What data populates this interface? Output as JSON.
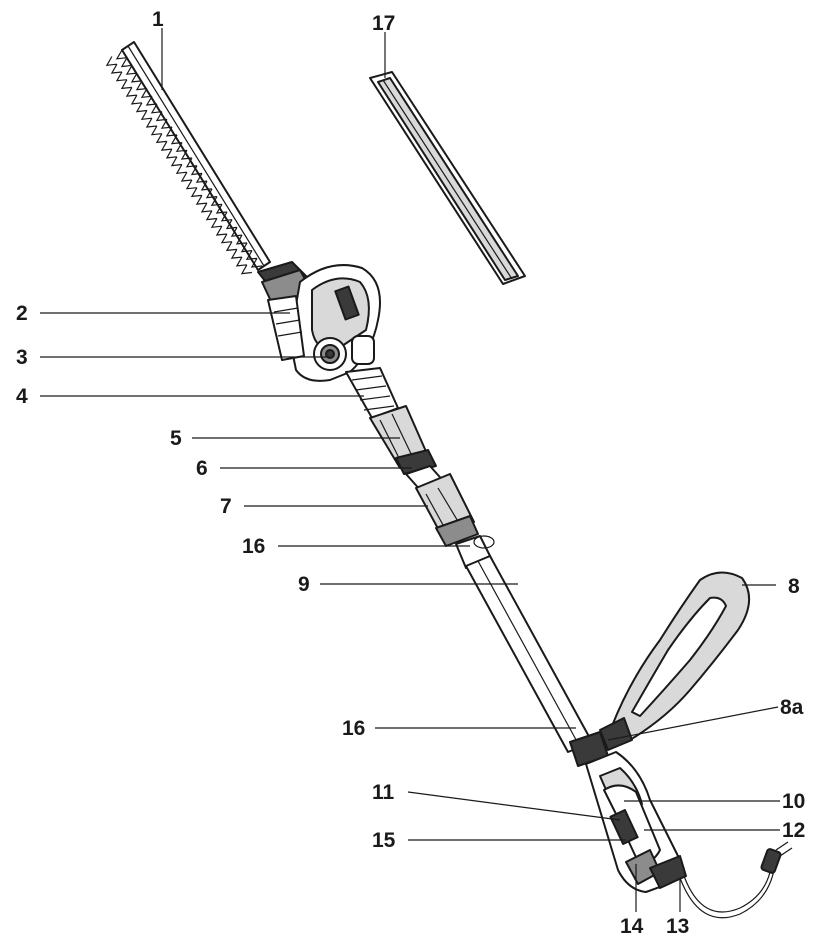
{
  "diagram": {
    "parts": [
      {
        "id": "1",
        "label": "1"
      },
      {
        "id": "2",
        "label": "2"
      },
      {
        "id": "3",
        "label": "3"
      },
      {
        "id": "4",
        "label": "4"
      },
      {
        "id": "5",
        "label": "5"
      },
      {
        "id": "6",
        "label": "6"
      },
      {
        "id": "7",
        "label": "7"
      },
      {
        "id": "16a",
        "label": "16"
      },
      {
        "id": "9",
        "label": "9"
      },
      {
        "id": "16b",
        "label": "16"
      },
      {
        "id": "11",
        "label": "11"
      },
      {
        "id": "15",
        "label": "15"
      },
      {
        "id": "17",
        "label": "17"
      },
      {
        "id": "8",
        "label": "8"
      },
      {
        "id": "8a",
        "label": "8a"
      },
      {
        "id": "10",
        "label": "10"
      },
      {
        "id": "12",
        "label": "12"
      },
      {
        "id": "14",
        "label": "14"
      },
      {
        "id": "13",
        "label": "13"
      }
    ]
  }
}
